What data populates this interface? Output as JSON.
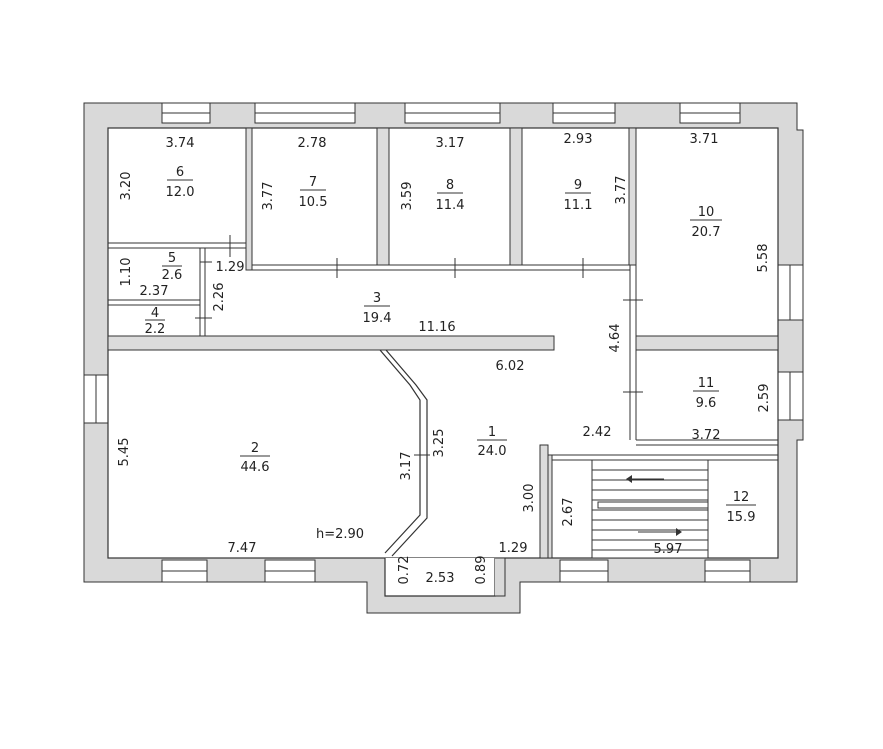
{
  "rooms": [
    {
      "id": "1",
      "number": "1",
      "area": "24.0"
    },
    {
      "id": "2",
      "number": "2",
      "area": "44.6"
    },
    {
      "id": "3",
      "number": "3",
      "area": "19.4"
    },
    {
      "id": "4",
      "number": "4",
      "area": "2.2"
    },
    {
      "id": "5",
      "number": "5",
      "area": "2.6"
    },
    {
      "id": "6",
      "number": "6",
      "area": "12.0"
    },
    {
      "id": "7",
      "number": "7",
      "area": "10.5"
    },
    {
      "id": "8",
      "number": "8",
      "area": "11.4"
    },
    {
      "id": "9",
      "number": "9",
      "area": "11.1"
    },
    {
      "id": "10",
      "number": "10",
      "area": "20.7"
    },
    {
      "id": "11",
      "number": "11",
      "area": "9.6"
    },
    {
      "id": "12",
      "number": "12",
      "area": "15.9"
    }
  ],
  "dimensions": {
    "r6_top": "3.74",
    "r6_side": "3.20",
    "r7_top": "2.78",
    "r7_side": "3.77",
    "r8_top": "3.17",
    "r8_side": "3.59",
    "r9_top": "2.93",
    "r9_side": "3.77",
    "r10_top": "3.71",
    "r10_side": "5.58",
    "r5_side": "1.10",
    "r5_bottom": "2.37",
    "r5_right": "1.29",
    "r4_side": "2.26",
    "corridor_len": "11.16",
    "r1_top": "6.02",
    "r1_side": "4.64",
    "r11_side": "2.59",
    "r11_bottom": "3.72",
    "r2_side": "5.45",
    "r2_bottom": "7.47",
    "bay_a": "3.17",
    "bay_b": "3.25",
    "height_note": "h=2.90",
    "porch_left": "0.72",
    "porch_width": "2.53",
    "porch_right": "0.89",
    "r1_bottom": "1.29",
    "r1_step": "2.42",
    "r1_stair": "3.00",
    "r12_side": "2.67",
    "r12_bottom": "5.97"
  }
}
